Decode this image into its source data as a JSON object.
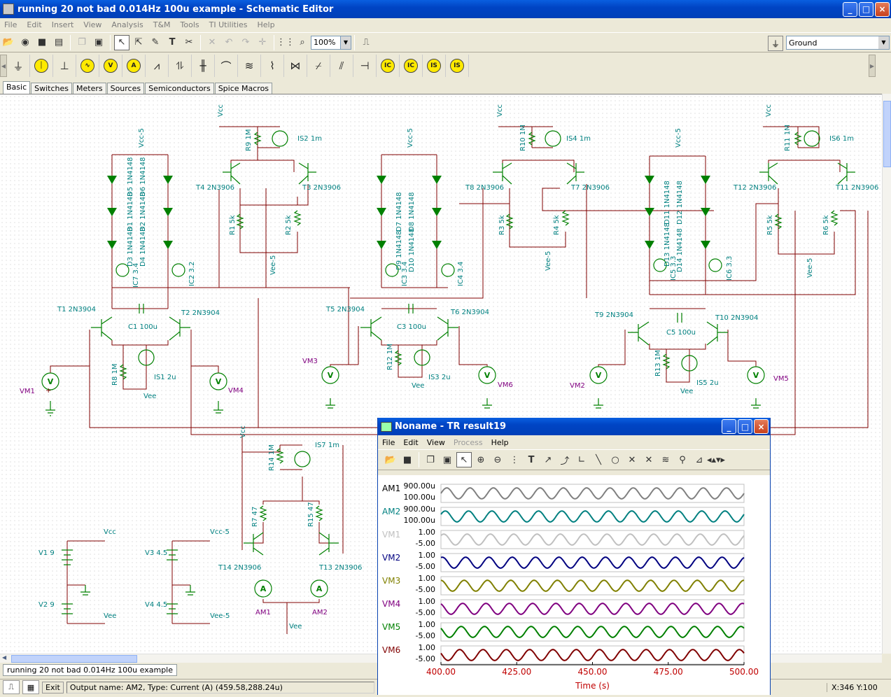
{
  "window": {
    "title": "running 20 not bad 0.014Hz 100u example - Schematic Editor",
    "buttons": {
      "minimize": "_",
      "maximize": "□",
      "close": "×"
    }
  },
  "menu": [
    "File",
    "Edit",
    "Insert",
    "View",
    "Analysis",
    "T&M",
    "Tools",
    "TI Utilities",
    "Help"
  ],
  "toolbar": {
    "zoom": "100%",
    "ground_select": "Ground"
  },
  "component_tabs": [
    "Basic",
    "Switches",
    "Meters",
    "Sources",
    "Semiconductors",
    "Spice Macros"
  ],
  "component_icons": {
    "voltmeter": "V",
    "ammeter": "A",
    "ic_marker": "IC",
    "ic_dot": "IC",
    "is_marker": "IS",
    "is_dot": "IS"
  },
  "schematic": {
    "labels": {
      "vcc": "Vcc",
      "vcc5": "Vcc-5",
      "vee": "Vee",
      "vee5": "Vee-5",
      "IS1": "IS1 2u",
      "IS2": "IS2 1m",
      "IS3": "IS3 2u",
      "IS4": "IS4 1m",
      "IS5": "IS5 2u",
      "IS6": "IS6 1m",
      "IS7": "IS7 1m",
      "T1": "T1 2N3904",
      "T2": "T2 2N3904",
      "T3": "T3 2N3906",
      "T4": "T4 2N3906",
      "T5": "T5 2N3904",
      "T6": "T6 2N3904",
      "T7": "T7 2N3906",
      "T8": "T8 2N3906",
      "T9": "T9 2N3904",
      "T10": "T10 2N3904",
      "T11": "T11 2N3906",
      "T12": "T12 2N3906",
      "T13": "T13 2N3906",
      "T14": "T14 2N3906",
      "C1": "C1 100u",
      "C3": "C3 100u",
      "C5": "C5 100u",
      "R1": "R1 5k",
      "R2": "R2 5k",
      "R3": "R3 5k",
      "R4": "R4 5k",
      "R5": "R5 5k",
      "R6": "R6 5k",
      "R8": "R8 1M",
      "R9": "R9 1M",
      "R10": "R10 1M",
      "R11": "R11 1M",
      "R12": "R12 1M",
      "R13": "R13 1M",
      "R14": "R14 1M",
      "R7": "R7 47",
      "R15": "R15 47",
      "D1": "D1 1N4148",
      "D2": "D2 1N4148",
      "D3": "D3 1N4148",
      "D4": "D4 1N4148",
      "D5": "D5 1N4148",
      "D6": "D6 1N4148",
      "D7": "D7 1N4148",
      "D8": "D8 1N4148",
      "D9": "D9 1N4148",
      "D10": "D10 1N4148",
      "D11": "D11 1N4148",
      "D12": "D12 1N4148",
      "D13": "D13 1N4148",
      "D14": "D14 1N4148",
      "IC7": "IC7 3.4",
      "IC2": "IC2 3.2",
      "IC3": "IC3 3.4",
      "IC4": "IC4 3.4",
      "IC5": "IC5 3.3",
      "IC6": "IC6 3.3",
      "VM1": "VM1",
      "VM2": "VM2",
      "VM3": "VM3",
      "VM4": "VM4",
      "VM5": "VM5",
      "VM6": "VM6",
      "AM1": "AM1",
      "AM2": "AM2",
      "V1": "V1 9",
      "V2": "V2 9",
      "V3": "V3 4.5",
      "V4": "V4 4.5"
    }
  },
  "result_window": {
    "title": "Noname - TR result19",
    "menu": [
      "File",
      "Edit",
      "View",
      "Process",
      "Help"
    ],
    "disabled_menu": "Process"
  },
  "chart_data": {
    "type": "line",
    "xlabel": "Time (s)",
    "x_ticks": [
      "400.00",
      "425.00",
      "450.00",
      "475.00",
      "500.00"
    ],
    "xlim": [
      400,
      500
    ],
    "cycles_per_trace": 13,
    "series": [
      {
        "name": "AM1",
        "ticks": [
          "900.00u",
          "100.00u"
        ],
        "color": "#808080",
        "label_color": "#000000"
      },
      {
        "name": "AM2",
        "ticks": [
          "900.00u",
          "100.00u"
        ],
        "color": "#008080",
        "label_color": "#008080"
      },
      {
        "name": "VM1",
        "ticks": [
          "1.00",
          "-5.00"
        ],
        "color": "#c0c0c0",
        "label_color": "#c0c0c0"
      },
      {
        "name": "VM2",
        "ticks": [
          "1.00",
          "-5.00"
        ],
        "color": "#000080",
        "label_color": "#000080"
      },
      {
        "name": "VM3",
        "ticks": [
          "1.00",
          "-5.00"
        ],
        "color": "#808000",
        "label_color": "#808000"
      },
      {
        "name": "VM4",
        "ticks": [
          "1.00",
          "-5.00"
        ],
        "color": "#800080",
        "label_color": "#800080"
      },
      {
        "name": "VM5",
        "ticks": [
          "1.00",
          "-5.00"
        ],
        "color": "#008000",
        "label_color": "#008000"
      },
      {
        "name": "VM6",
        "ticks": [
          "1.00",
          "-5.00"
        ],
        "color": "#800000",
        "label_color": "#800000"
      }
    ]
  },
  "file_tab": "running 20 not bad 0.014Hz 100u example",
  "status": {
    "exit": "Exit",
    "output": "Output name: AM2, Type: Current (A) (459.58,288.24u)",
    "coords": "X:346  Y:100"
  }
}
